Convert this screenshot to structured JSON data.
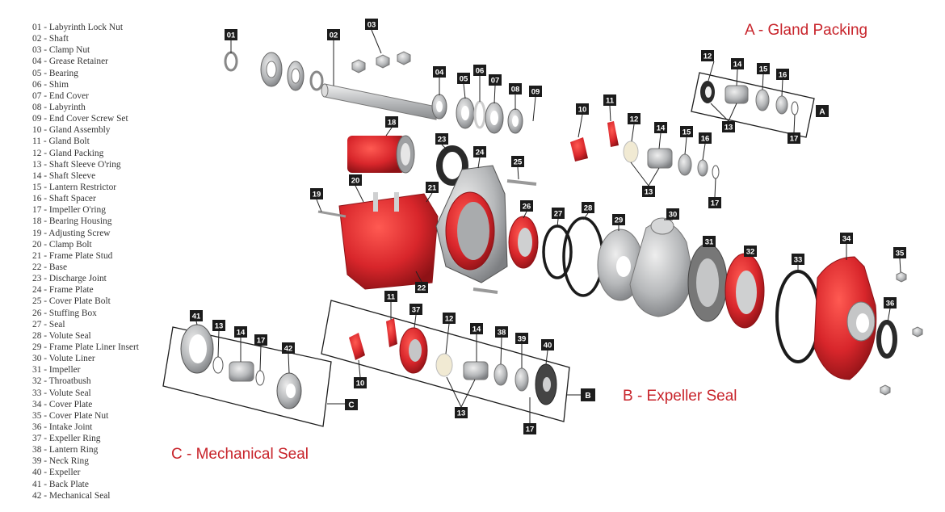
{
  "legend": [
    "01 - Labyrinth Lock Nut",
    "02 - Shaft",
    "03 - Clamp Nut",
    "04 - Grease Retainer",
    "05 - Bearing",
    "06 - Shim",
    "07 - End Cover",
    "08 - Labyrinth",
    "09 - End Cover Screw Set",
    "10 - Gland Assembly",
    "11 - Gland Bolt",
    "12 - Gland Packing",
    "13 - Shaft Sleeve O'ring",
    "14 - Shaft Sleeve",
    "15 - Lantern Restrictor",
    "16 - Shaft Spacer",
    "17 - Impeller O'ring",
    "18 - Bearing Housing",
    "19 - Adjusting Screw",
    "20 - Clamp Bolt",
    "21 - Frame Plate Stud",
    "22 - Base",
    "23 - Discharge Joint",
    "24 - Frame Plate",
    "25 - Cover Plate Bolt",
    "26 - Stuffing Box",
    "27 - Seal",
    "28 - Volute Seal",
    "29 - Frame Plate Liner Insert",
    "30 - Volute Liner",
    "31 - Impeller",
    "32 - Throatbush",
    "33 - Volute Seal",
    "34 - Cover Plate",
    "35 - Cover Plate Nut",
    "36 - Intake Joint",
    "37 - Expeller Ring",
    "38 - Lantern Ring",
    "39 - Neck Ring",
    "40 - Expeller",
    "41 - Back Plate",
    "42 - Mechanical Seal"
  ],
  "groups": {
    "a_title": "A - Gland Packing",
    "b_title": "B - Expeller Seal",
    "c_title": "C - Mechanical Seal",
    "a_tag": "A",
    "b_tag": "B",
    "c_tag": "C"
  },
  "callouts": [
    "01",
    "02",
    "03",
    "04",
    "05",
    "06",
    "07",
    "08",
    "09",
    "10",
    "11",
    "12",
    "13",
    "14",
    "15",
    "16",
    "17",
    "18",
    "19",
    "20",
    "21",
    "22",
    "23",
    "24",
    "25",
    "26",
    "27",
    "28",
    "29",
    "30",
    "31",
    "32",
    "33",
    "34",
    "35",
    "36",
    "37",
    "38",
    "39",
    "40",
    "41",
    "42"
  ],
  "colors": {
    "accent_red": "#d8262b",
    "metal": "#b9bbbd",
    "dark": "#1d1d1d",
    "title_red": "#c8242b"
  }
}
